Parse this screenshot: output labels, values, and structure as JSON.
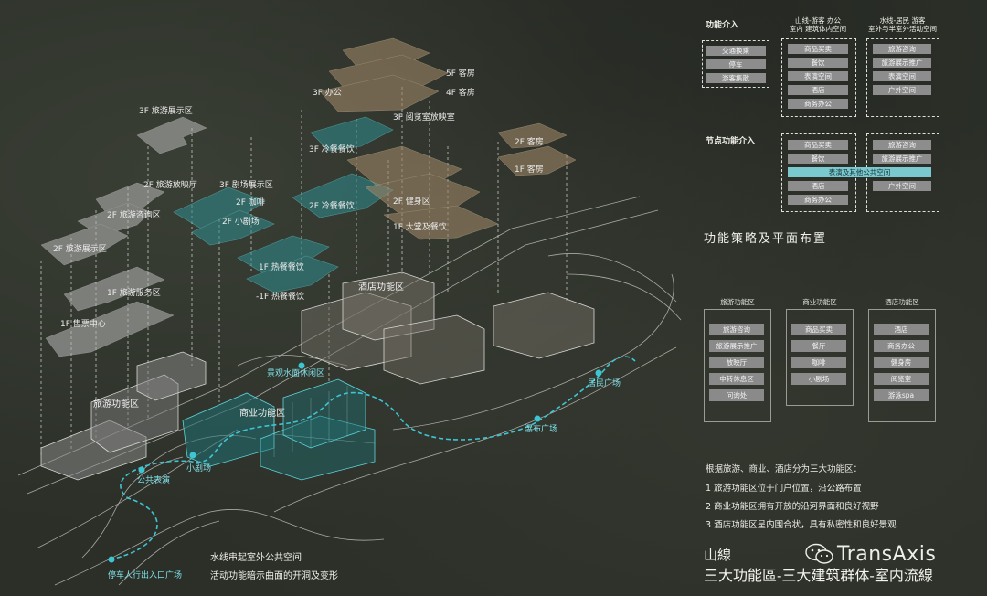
{
  "diagram": {
    "floor_labels": {
      "f3_tour_exhibit": "3F 旅游展示区",
      "f2_tour_cinema": "2F 旅游放映厅",
      "f2_tour_info": "2F 旅游咨询区",
      "f2_tour_exhibit": "2F 旅游展示区",
      "f1_tour_service": "1F 旅游服务区",
      "f1_ticket": "1F 售票中心",
      "f3_office": "3F 办公",
      "f5_guest": "5F 客房",
      "f4_guest": "4F 客房",
      "f3_reading": "3F 阅览室放映室",
      "f3_cold_drink": "3F 冷餐餐饮",
      "f3_theater": "3F 剧场展示区",
      "f2_cafe": "2F 咖啡",
      "f2_small_theater": "2F 小剧场",
      "f2_cold_drink": "2F 冷餐餐饮",
      "f2_gym": "2F 健身区",
      "f1_hall": "1F 大堂及餐饮",
      "f1_hot_food": "1F 热餐餐饮",
      "fb1_hot_food": "-1F 热餐餐饮",
      "f2_guest_right": "2F 客房",
      "f1_guest_right": "1F 客房"
    },
    "zone_labels": {
      "hotel": "酒店功能区",
      "tourism": "旅游功能区",
      "commerce": "商业功能区"
    },
    "place_labels": {
      "waterfront": "景观水面休闲区",
      "residents_plaza": "居民广场",
      "waterfall_plaza": "瀑布广场",
      "small_theater": "小剧场",
      "public_show": "公共表演",
      "parking_entrance": "停车人行出入口广场"
    },
    "bottom_caption": [
      "水线串起室外公共空间",
      "活动功能暗示曲面的开洞及变形"
    ]
  },
  "strategy": {
    "function_intervention": "功能介入",
    "node_intervention": "节点功能介入",
    "col_mountain": [
      "山线-游客 办公",
      "室内 建筑体内空间"
    ],
    "col_water": [
      "水线-居民 游客",
      "室外与半室外活动空间"
    ],
    "left_items": [
      "交通换乘",
      "停车",
      "游客集散"
    ],
    "mountain_items": [
      "商品买卖",
      "餐饮",
      "表演空间",
      "酒店",
      "商务办公"
    ],
    "water_items": [
      "旅游咨询",
      "旅游展示推广",
      "表演空间",
      "户外空间"
    ],
    "node_mountain_items": [
      "商品买卖",
      "餐饮",
      "酒店",
      "商务办公"
    ],
    "node_water_items": [
      "旅游咨询",
      "旅游展示推广",
      "户外空间"
    ],
    "node_shared": "表演及其他公共空间",
    "heading": "功能策略及平面布置"
  },
  "zones": {
    "tourism": {
      "title": "旅游功能区",
      "items": [
        "旅游咨询",
        "旅游展示推广",
        "放映厅",
        "中转休息区",
        "问询处"
      ]
    },
    "commerce": {
      "title": "商业功能区",
      "items": [
        "商品买卖",
        "餐厅",
        "咖啡",
        "小剧场"
      ]
    },
    "hotel": {
      "title": "酒店功能区",
      "items": [
        "酒店",
        "商务办公",
        "健身房",
        "阅览室",
        "游泳spa"
      ]
    }
  },
  "description": [
    "根据旅游、商业、酒店分为三大功能区：",
    "1  旅游功能区位于门户位置，沿公路布置",
    "2  商业功能区拥有开放的沿河界面和良好视野",
    "3  酒店功能区呈内围合状，具有私密性和良好景观"
  ],
  "title": {
    "line1": "山線",
    "line2": "三大功能區-三大建筑群体-室内流線"
  },
  "brand": "TransAxis",
  "colors": {
    "background": "#2b2f28",
    "tourism_plate": "#b8b8b8",
    "commerce_plate": "#2e8c8f",
    "hotel_plate": "#9c8566",
    "gray_box": "#8d8d8d",
    "teal_box": "#79c9cf",
    "water_line": "#3ec5d3"
  }
}
